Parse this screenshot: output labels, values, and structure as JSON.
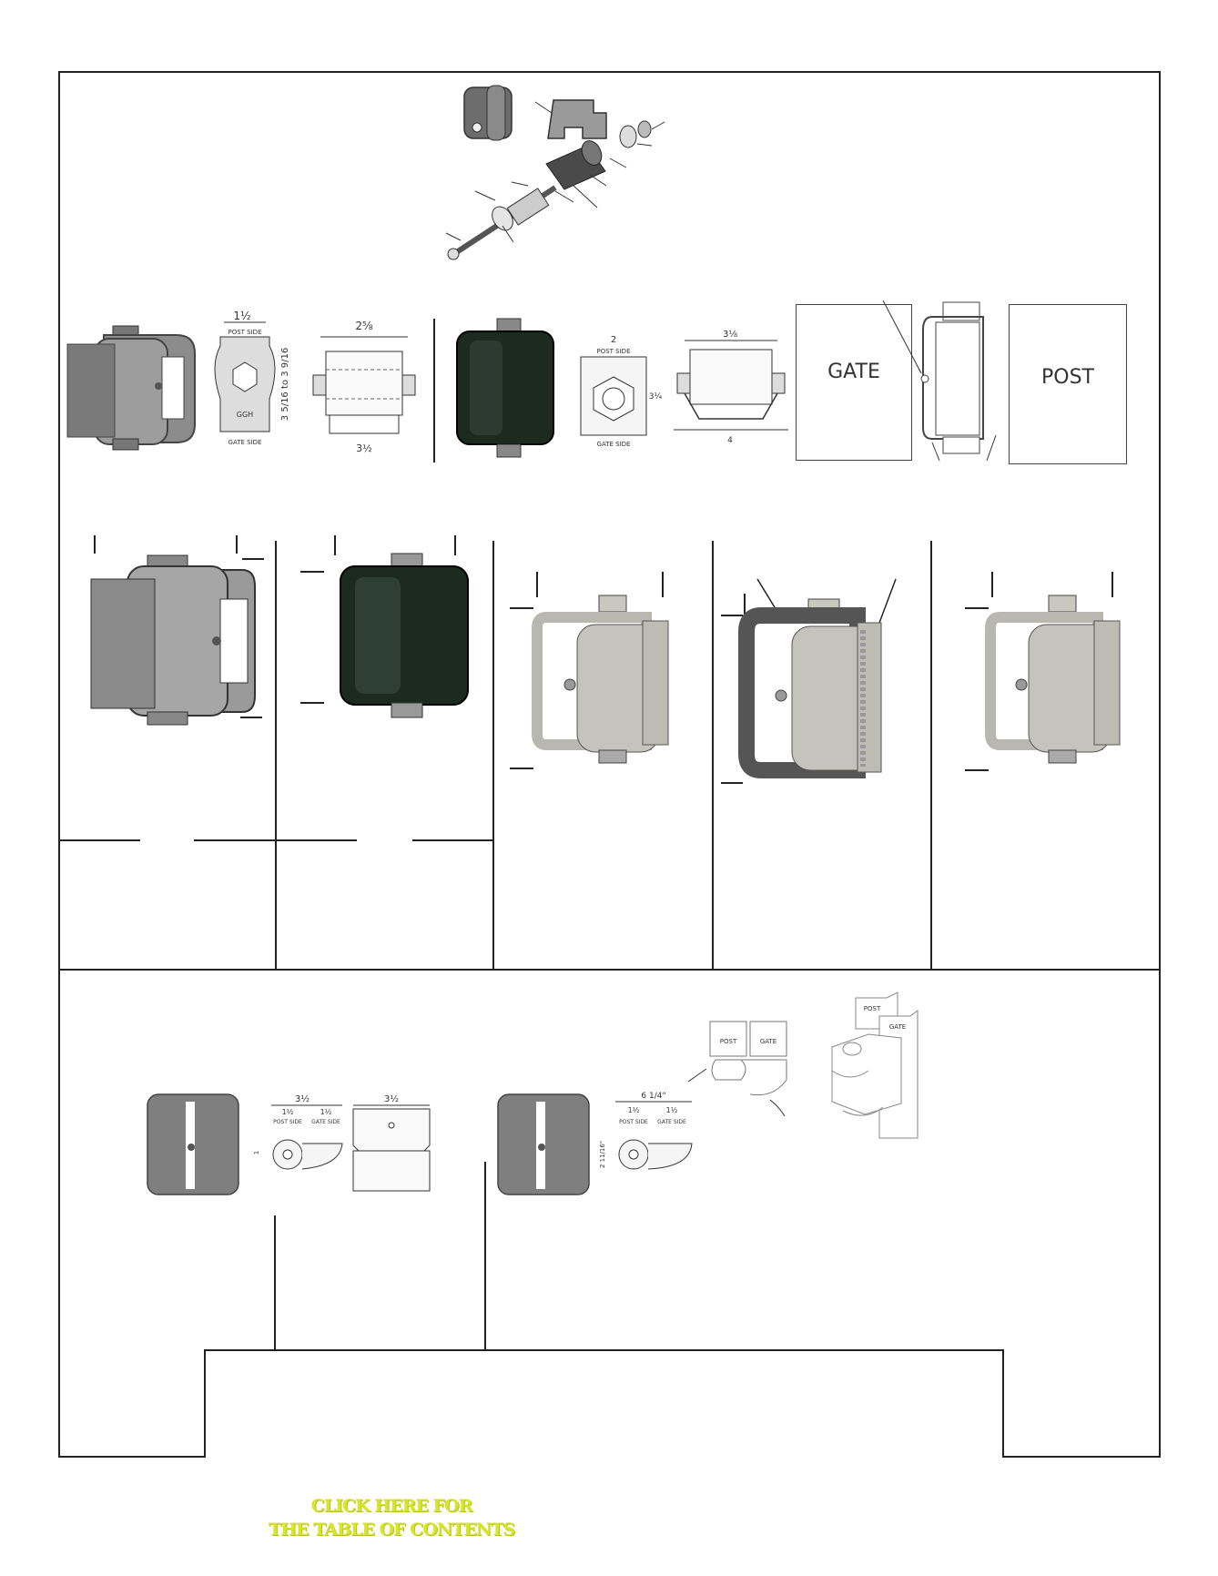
{
  "diagram_labels": {
    "post_side": "POST SIDE",
    "gate_side": "GATE SIDE",
    "ggh": "GGH",
    "gate": "GATE",
    "post": "POST",
    "dim_1_half": "1½",
    "dim_2_5_8": "2⅝",
    "dim_3_half": "3½",
    "dim_range": "3 5/16 to 3 9/16",
    "dim_2": "2",
    "dim_3_1_4": "3¼",
    "dim_3_1_8": "3⅛",
    "dim_4": "4",
    "dim_6_1_4": "6 1/4\"",
    "dim_2_11_16": "2 11/16\"",
    "post_small": "POST",
    "gate_small": "GATE"
  },
  "footer": {
    "toc_line1": "CLICK HERE FOR",
    "toc_line2": "THE TABLE OF CONTENTS"
  },
  "colors": {
    "toc": "#d7e62a",
    "frame": "#222222",
    "hinge_grey": "#8c8c8c",
    "hinge_black": "#1c2a20",
    "steel": "#b8b8b0"
  }
}
